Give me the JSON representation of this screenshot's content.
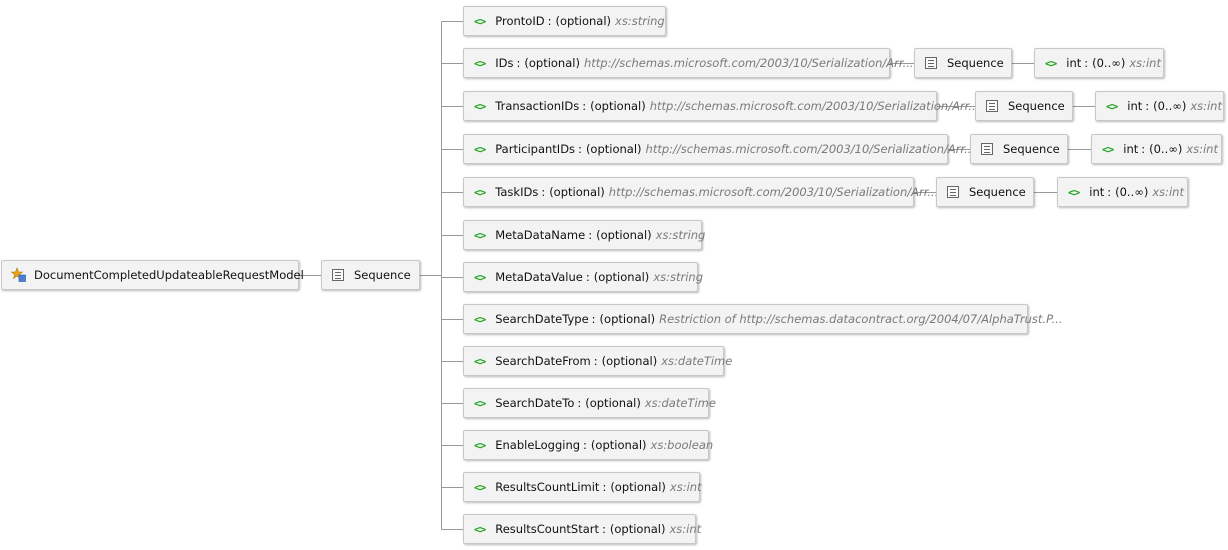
{
  "root": {
    "name": "DocumentCompletedUpdateableRequestModel"
  },
  "sequence_label": "Sequence",
  "separator": ":",
  "optional_label": "(optional)",
  "elements": [
    {
      "name": "ProntoID",
      "occurs": "(optional)",
      "type": "xs:string"
    },
    {
      "name": "IDs",
      "occurs": "(optional)",
      "type": "http://schemas.microsoft.com/2003/10/Serialization/Arr...",
      "child": {
        "sequence": "Sequence",
        "item": {
          "name": "int",
          "occurs": "(0..∞)",
          "type": "xs:int"
        }
      }
    },
    {
      "name": "TransactionIDs",
      "occurs": "(optional)",
      "type": "http://schemas.microsoft.com/2003/10/Serialization/Arr...",
      "child": {
        "sequence": "Sequence",
        "item": {
          "name": "int",
          "occurs": "(0..∞)",
          "type": "xs:int"
        }
      }
    },
    {
      "name": "ParticipantIDs",
      "occurs": "(optional)",
      "type": "http://schemas.microsoft.com/2003/10/Serialization/Arr...",
      "child": {
        "sequence": "Sequence",
        "item": {
          "name": "int",
          "occurs": "(0..∞)",
          "type": "xs:int"
        }
      }
    },
    {
      "name": "TaskIDs",
      "occurs": "(optional)",
      "type": "http://schemas.microsoft.com/2003/10/Serialization/Arr...",
      "child": {
        "sequence": "Sequence",
        "item": {
          "name": "int",
          "occurs": "(0..∞)",
          "type": "xs:int"
        }
      }
    },
    {
      "name": "MetaDataName",
      "occurs": "(optional)",
      "type": "xs:string"
    },
    {
      "name": "MetaDataValue",
      "occurs": "(optional)",
      "type": "xs:string"
    },
    {
      "name": "SearchDateType",
      "occurs": "(optional)",
      "type": "Restriction of http://schemas.datacontract.org/2004/07/AlphaTrust.P..."
    },
    {
      "name": "SearchDateFrom",
      "occurs": "(optional)",
      "type": "xs:dateTime"
    },
    {
      "name": "SearchDateTo",
      "occurs": "(optional)",
      "type": "xs:dateTime"
    },
    {
      "name": "EnableLogging",
      "occurs": "(optional)",
      "type": "xs:boolean"
    },
    {
      "name": "ResultsCountLimit",
      "occurs": "(optional)",
      "type": "xs:int"
    },
    {
      "name": "ResultsCountStart",
      "occurs": "(optional)",
      "type": "xs:int"
    }
  ]
}
